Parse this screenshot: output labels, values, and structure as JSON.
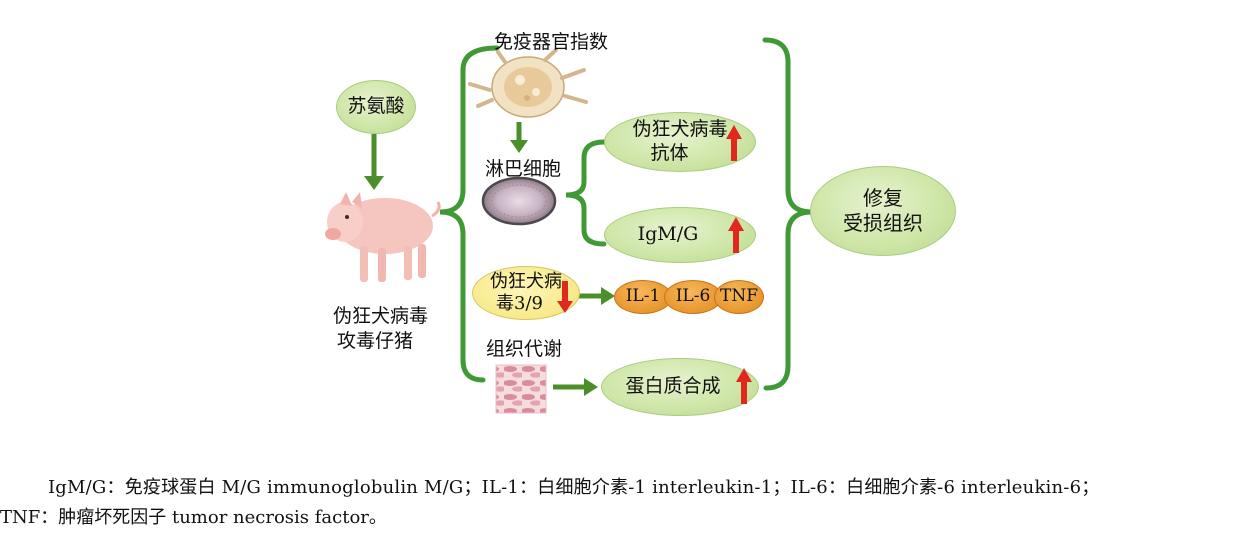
{
  "nodes": {
    "threonine": "苏氨酸",
    "immune_organ_index": "免疫器官指数",
    "lymphocyte": "淋巴细胞",
    "prv_antibody_line1": "伪狂犬病毒",
    "prv_antibody_line2": "抗体",
    "igm_g": "IgM/G",
    "prv_line1": "伪狂犬病",
    "prv_line2": "毒3/9",
    "il1": "IL-1",
    "il6": "IL-6",
    "tnf": "TNF",
    "tissue_metabolism": "组织代谢",
    "protein_synthesis": "蛋白质合成",
    "repair_line1": "修复",
    "repair_line2": "受损组织",
    "pig_line1": "伪狂犬病毒",
    "pig_line2": "攻毒仔猪"
  },
  "caption": {
    "line1": "IgM/G：免疫球蛋白 M/G immunoglobulin M/G；IL-1：白细胞介素-1 interleukin-1；IL-6：白细胞介素-6 interleukin-6；",
    "line2": "TNF：肿瘤坏死因子 tumor necrosis factor。"
  },
  "colors": {
    "bracket_green": "#3f9a35",
    "arrow_green": "#4a8f2a",
    "arrow_red": "#e0281e"
  },
  "icons": [
    "pig-image",
    "immune-organ-image",
    "lymphocyte-cell-image",
    "tissue-section-image",
    "red-up-arrow-icon",
    "red-down-arrow-icon"
  ]
}
